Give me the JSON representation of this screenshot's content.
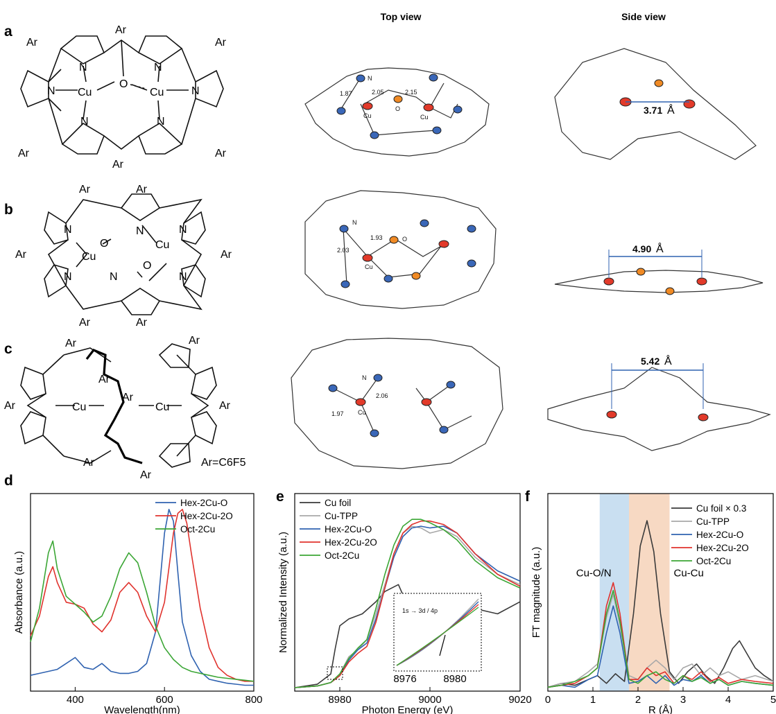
{
  "panel_letters": [
    "a",
    "b",
    "c",
    "d",
    "e",
    "f"
  ],
  "headers": {
    "top_view": "Top view",
    "side_view": "Side view"
  },
  "chem": {
    "ar": "Ar",
    "cu": "Cu",
    "n": "N",
    "o": "O",
    "ar_def": "Ar=C6F5"
  },
  "crystal": {
    "a": {
      "cu_n": "1.87",
      "cu_o1": "2.05",
      "cu_o2": "2.15",
      "side": "3.71",
      "unit": "Å"
    },
    "b": {
      "cu_n": "2.03",
      "cu_o": "1.93",
      "side": "4.90",
      "unit": "Å"
    },
    "c": {
      "cu_n1": "1.97",
      "cu_n2": "2.06",
      "side": "5.42",
      "unit": "Å"
    }
  },
  "colors": {
    "blue": "#2f62b0",
    "red": "#e0322d",
    "green": "#3ba635",
    "gray": "#a8a8a8",
    "dark": "#3a3a3a",
    "band_blue": "#c9dff1",
    "band_orange": "#f7d9c3",
    "atom_red": "#e23a2a",
    "atom_blue": "#3a67b8",
    "atom_orange": "#f08a24"
  },
  "chart_data": [
    {
      "type": "line",
      "panel": "d",
      "xlabel": "Wavelength(nm)",
      "ylabel": "Absorbance (a.u.)",
      "xlim": [
        300,
        800
      ],
      "xticks": [
        400,
        600,
        800
      ],
      "series": [
        {
          "name": "Hex-2Cu-O",
          "color": "#2f62b0",
          "x": [
            300,
            320,
            340,
            360,
            380,
            400,
            420,
            440,
            460,
            480,
            500,
            520,
            540,
            560,
            580,
            600,
            610,
            620,
            630,
            640,
            660,
            680,
            700,
            720,
            740,
            760,
            780,
            800
          ],
          "y": [
            0.08,
            0.09,
            0.1,
            0.11,
            0.14,
            0.17,
            0.12,
            0.11,
            0.14,
            0.1,
            0.09,
            0.09,
            0.1,
            0.14,
            0.3,
            0.8,
            0.92,
            0.86,
            0.6,
            0.35,
            0.18,
            0.1,
            0.06,
            0.05,
            0.04,
            0.035,
            0.03,
            0.03
          ]
        },
        {
          "name": "Hex-2Cu-2O",
          "color": "#e0322d",
          "x": [
            300,
            320,
            340,
            350,
            360,
            380,
            400,
            420,
            440,
            460,
            480,
            500,
            520,
            540,
            560,
            580,
            600,
            620,
            630,
            640,
            650,
            660,
            680,
            700,
            720,
            740,
            760,
            780,
            800
          ],
          "y": [
            0.28,
            0.38,
            0.58,
            0.63,
            0.55,
            0.45,
            0.44,
            0.42,
            0.34,
            0.3,
            0.36,
            0.5,
            0.55,
            0.5,
            0.38,
            0.3,
            0.45,
            0.8,
            0.9,
            0.92,
            0.85,
            0.7,
            0.42,
            0.22,
            0.12,
            0.08,
            0.06,
            0.05,
            0.05
          ]
        },
        {
          "name": "Oct-2Cu",
          "color": "#3ba635",
          "x": [
            300,
            320,
            340,
            350,
            360,
            380,
            400,
            420,
            440,
            460,
            480,
            500,
            520,
            540,
            560,
            580,
            600,
            620,
            640,
            660,
            680,
            700,
            720,
            740,
            760,
            780,
            800
          ],
          "y": [
            0.25,
            0.42,
            0.7,
            0.76,
            0.62,
            0.48,
            0.44,
            0.4,
            0.35,
            0.38,
            0.48,
            0.62,
            0.7,
            0.65,
            0.5,
            0.33,
            0.22,
            0.16,
            0.12,
            0.1,
            0.09,
            0.08,
            0.07,
            0.065,
            0.06,
            0.055,
            0.05
          ]
        }
      ]
    },
    {
      "type": "line",
      "panel": "e",
      "xlabel": "Photon Energy (eV)",
      "ylabel": "Normalized Intensity (a.u.)",
      "xlim": [
        8970,
        9020
      ],
      "xticks": [
        8980,
        9000,
        9020
      ],
      "inset": {
        "xticks": [
          8976,
          8980
        ],
        "annotation": "1s → 3d / 4p"
      },
      "series": [
        {
          "name": "Cu foil",
          "color": "#3a3a3a",
          "x": [
            8970,
            8975,
            8978,
            8979,
            8980,
            8982,
            8985,
            8988,
            8990,
            8993,
            8995,
            8998,
            9000,
            9003,
            9006,
            9010,
            9015,
            9020
          ],
          "y": [
            0.02,
            0.04,
            0.1,
            0.25,
            0.38,
            0.42,
            0.45,
            0.52,
            0.58,
            0.62,
            0.5,
            0.44,
            0.48,
            0.54,
            0.56,
            0.48,
            0.45,
            0.52
          ]
        },
        {
          "name": "Cu-TPP",
          "color": "#a8a8a8",
          "x": [
            8970,
            8975,
            8978,
            8980,
            8982,
            8984,
            8986,
            8988,
            8990,
            8992,
            8994,
            8996,
            8998,
            9000,
            9003,
            9006,
            9010,
            9015,
            9020
          ],
          "y": [
            0.02,
            0.03,
            0.05,
            0.1,
            0.2,
            0.24,
            0.3,
            0.45,
            0.62,
            0.8,
            0.92,
            0.96,
            0.95,
            0.92,
            0.94,
            0.9,
            0.78,
            0.68,
            0.62
          ]
        },
        {
          "name": "Hex-2Cu-O",
          "color": "#2f62b0",
          "x": [
            8970,
            8975,
            8978,
            8980,
            8982,
            8984,
            8986,
            8988,
            8990,
            8992,
            8994,
            8996,
            8998,
            9000,
            9003,
            9006,
            9010,
            9015,
            9020
          ],
          "y": [
            0.02,
            0.03,
            0.05,
            0.09,
            0.18,
            0.24,
            0.28,
            0.42,
            0.6,
            0.78,
            0.9,
            0.95,
            0.96,
            0.95,
            0.96,
            0.92,
            0.8,
            0.7,
            0.64
          ]
        },
        {
          "name": "Hex-2Cu-2O",
          "color": "#e0322d",
          "x": [
            8970,
            8975,
            8978,
            8980,
            8982,
            8984,
            8986,
            8988,
            8990,
            8992,
            8994,
            8996,
            8998,
            9000,
            9003,
            9006,
            9010,
            9015,
            9020
          ],
          "y": [
            0.02,
            0.03,
            0.05,
            0.09,
            0.17,
            0.22,
            0.26,
            0.4,
            0.6,
            0.8,
            0.92,
            0.97,
            0.99,
            0.99,
            0.97,
            0.92,
            0.8,
            0.68,
            0.61
          ]
        },
        {
          "name": "Oct-2Cu",
          "color": "#3ba635",
          "x": [
            8970,
            8975,
            8978,
            8980,
            8982,
            8984,
            8986,
            8988,
            8990,
            8992,
            8994,
            8996,
            8998,
            9000,
            9003,
            9006,
            9010,
            9015,
            9020
          ],
          "y": [
            0.02,
            0.03,
            0.05,
            0.1,
            0.19,
            0.25,
            0.3,
            0.48,
            0.68,
            0.85,
            0.96,
            1.0,
            1.0,
            0.98,
            0.94,
            0.88,
            0.76,
            0.66,
            0.6
          ]
        }
      ]
    },
    {
      "type": "line",
      "panel": "f",
      "xlabel": "R (Å)",
      "ylabel": "FT magnitude (a.u.)",
      "xlim": [
        0,
        5
      ],
      "xticks": [
        0,
        1,
        2,
        3,
        4,
        5
      ],
      "bands": [
        {
          "label": "Cu-O/N",
          "from": 1.15,
          "to": 1.8,
          "color": "#c9dff1",
          "label_color": "#2f62b0"
        },
        {
          "label": "Cu-Cu",
          "from": 1.8,
          "to": 2.7,
          "color": "#f7d9c3",
          "label_color": "#e0322d"
        }
      ],
      "series": [
        {
          "name": "Cu foil × 0.3",
          "color": "#3a3a3a",
          "x": [
            0,
            0.3,
            0.6,
            0.9,
            1.1,
            1.3,
            1.5,
            1.7,
            1.9,
            2.05,
            2.2,
            2.35,
            2.5,
            2.7,
            2.9,
            3.1,
            3.3,
            3.5,
            3.7,
            3.9,
            4.1,
            4.25,
            4.4,
            4.6,
            4.8,
            5.0
          ],
          "y": [
            0.02,
            0.04,
            0.03,
            0.06,
            0.08,
            0.04,
            0.09,
            0.05,
            0.4,
            0.75,
            0.88,
            0.72,
            0.4,
            0.1,
            0.04,
            0.1,
            0.14,
            0.08,
            0.04,
            0.12,
            0.22,
            0.26,
            0.2,
            0.12,
            0.08,
            0.05
          ]
        },
        {
          "name": "Cu-TPP",
          "color": "#a8a8a8",
          "x": [
            0,
            0.3,
            0.6,
            0.9,
            1.1,
            1.3,
            1.45,
            1.6,
            1.8,
            2.0,
            2.2,
            2.4,
            2.6,
            2.8,
            3.0,
            3.2,
            3.4,
            3.6,
            3.8,
            4.0,
            4.3,
            4.6,
            5.0
          ],
          "y": [
            0.02,
            0.04,
            0.05,
            0.1,
            0.14,
            0.38,
            0.5,
            0.34,
            0.08,
            0.06,
            0.12,
            0.16,
            0.12,
            0.06,
            0.12,
            0.14,
            0.08,
            0.12,
            0.08,
            0.1,
            0.06,
            0.08,
            0.05
          ]
        },
        {
          "name": "Hex-2Cu-O",
          "color": "#2f62b0",
          "x": [
            0,
            0.3,
            0.6,
            0.9,
            1.1,
            1.3,
            1.45,
            1.6,
            1.8,
            2.0,
            2.2,
            2.4,
            2.6,
            2.8,
            3.0,
            3.2,
            3.4,
            3.6,
            3.8,
            4.0,
            4.3,
            4.6,
            5.0
          ],
          "y": [
            0.02,
            0.03,
            0.02,
            0.06,
            0.08,
            0.3,
            0.44,
            0.3,
            0.04,
            0.05,
            0.08,
            0.04,
            0.08,
            0.03,
            0.06,
            0.05,
            0.08,
            0.04,
            0.06,
            0.03,
            0.05,
            0.04,
            0.03
          ]
        },
        {
          "name": "Hex-2Cu-2O",
          "color": "#e0322d",
          "x": [
            0,
            0.3,
            0.6,
            0.9,
            1.1,
            1.3,
            1.45,
            1.6,
            1.8,
            2.0,
            2.2,
            2.4,
            2.6,
            2.8,
            3.0,
            3.2,
            3.4,
            3.6,
            3.8,
            4.0,
            4.3,
            4.6,
            5.0
          ],
          "y": [
            0.02,
            0.03,
            0.04,
            0.08,
            0.12,
            0.44,
            0.56,
            0.4,
            0.06,
            0.06,
            0.12,
            0.08,
            0.1,
            0.04,
            0.08,
            0.06,
            0.1,
            0.05,
            0.07,
            0.04,
            0.06,
            0.05,
            0.04
          ]
        },
        {
          "name": "Oct-2Cu",
          "color": "#3ba635",
          "x": [
            0,
            0.3,
            0.6,
            0.9,
            1.1,
            1.3,
            1.45,
            1.6,
            1.8,
            2.0,
            2.2,
            2.4,
            2.6,
            2.8,
            3.0,
            3.2,
            3.4,
            3.6,
            3.8,
            4.0,
            4.3,
            4.6,
            5.0
          ],
          "y": [
            0.02,
            0.03,
            0.05,
            0.08,
            0.12,
            0.4,
            0.52,
            0.36,
            0.06,
            0.04,
            0.08,
            0.1,
            0.06,
            0.04,
            0.08,
            0.05,
            0.07,
            0.04,
            0.06,
            0.03,
            0.05,
            0.04,
            0.03
          ]
        }
      ]
    }
  ]
}
